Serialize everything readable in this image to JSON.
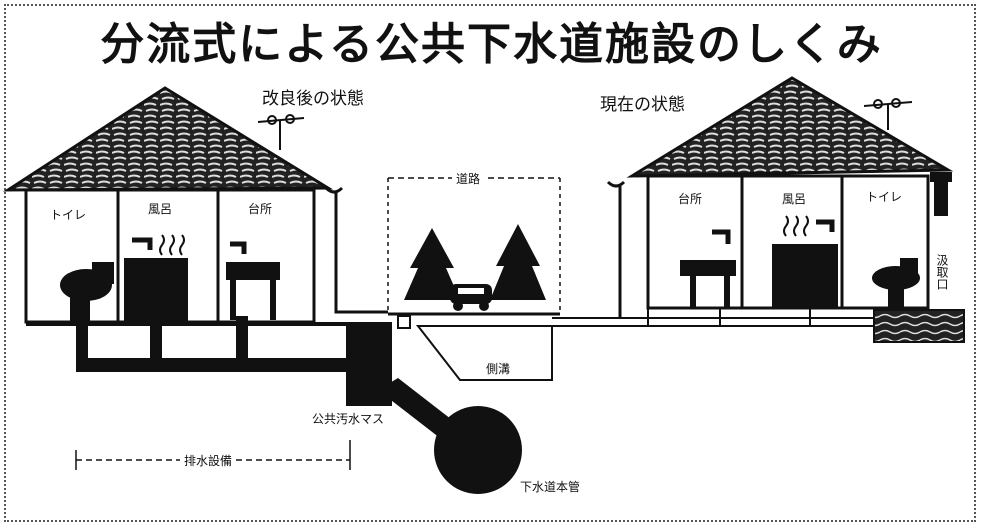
{
  "title": "分流式による公共下水道施設のしくみ",
  "states": {
    "improved": "改良後の状態",
    "current": "現在の状態"
  },
  "left_house": {
    "toilet": "トイレ",
    "bath": "風呂",
    "kitchen": "台所"
  },
  "right_house": {
    "kitchen": "台所",
    "bath": "風呂",
    "toilet": "トイレ"
  },
  "labels": {
    "road": "道路",
    "gutter": "側溝",
    "public_sewer_basin": "公共汚水マス",
    "drainage_facility": "排水設備",
    "sewer_main": "下水道本管",
    "pumping_outlet": "汲取口"
  },
  "colors": {
    "ink": "#111111",
    "paper": "#ffffff"
  }
}
